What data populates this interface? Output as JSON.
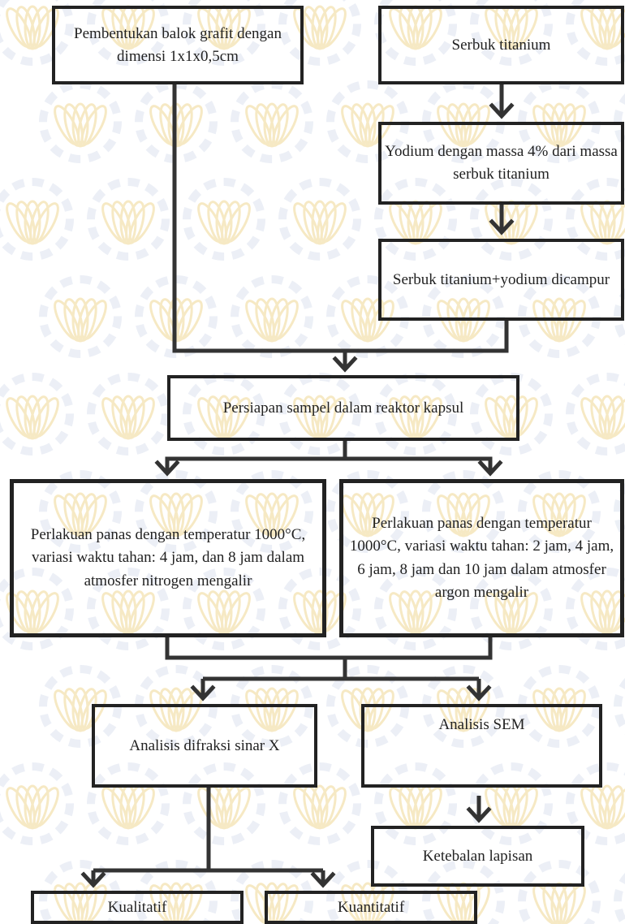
{
  "colors": {
    "line": "#222222",
    "watermark": "#e8c15a",
    "watermark_ring": "#c9d3e6"
  },
  "watermark": {
    "icon": "its-gear-lotus-emblem"
  },
  "nodes": {
    "graphite_block": "Pembentukan balok grafit dengan dimensi 1x1x0,5cm",
    "titanium_powder": "Serbuk titanium",
    "iodine": "Yodium dengan massa 4% dari massa serbuk titanium",
    "mix": "Serbuk titanium+yodium dicampur",
    "capsule": "Persiapan sampel dalam reaktor kapsul",
    "heat_nitrogen": "Perlakuan panas dengan temperatur 1000°C, variasi waktu tahan: 4 jam, dan 8 jam dalam atmosfer nitrogen mengalir",
    "heat_argon": "Perlakuan panas dengan temperatur 1000°C, variasi waktu tahan: 2 jam, 4 jam, 6 jam, 8 jam dan 10 jam dalam atmosfer argon mengalir",
    "xrd": "Analisis difraksi sinar X",
    "sem": "Analisis SEM",
    "thickness": "Ketebalan lapisan",
    "qualitative": "Kualitatif",
    "quantitative": "Kuantitatif"
  }
}
